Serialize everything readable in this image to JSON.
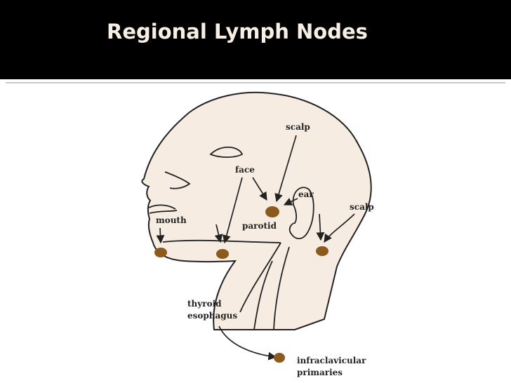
{
  "slide": {
    "title": "Regional Lymph Nodes"
  },
  "diagram": {
    "labels": {
      "scalp_top": "scalp",
      "face": "face",
      "ear": "ear",
      "scalp_right": "scalp",
      "mouth": "mouth",
      "parotid": "parotid",
      "thyroid": "thyroid",
      "esophagus": "esophagus",
      "infraclavicular": "infraclavicular",
      "primaries": "primaries"
    }
  },
  "colors": {
    "title_text": "#f7eee4",
    "title_bar": "#000000",
    "skin": "#f6ece1",
    "outline": "#222222",
    "node": "#8b5a1c"
  }
}
